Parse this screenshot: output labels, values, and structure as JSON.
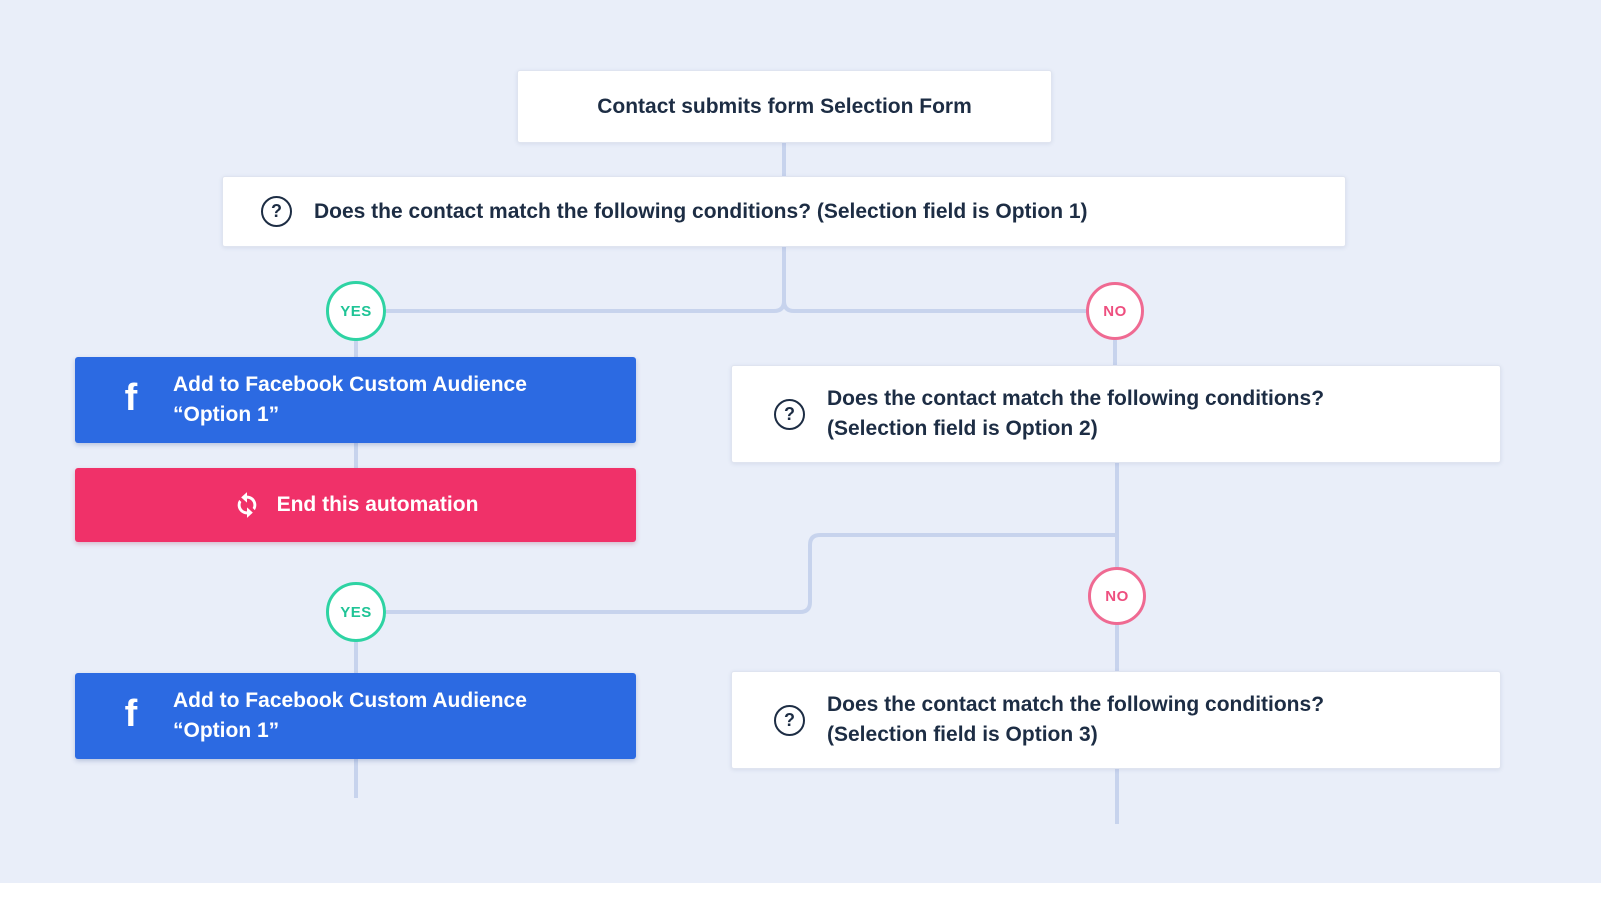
{
  "flow": {
    "trigger": {
      "label": "Contact submits form Selection Form"
    },
    "conditions": [
      {
        "lines": [
          "Does the contact match the following conditions? (Selection field is Option 1)"
        ]
      },
      {
        "lines": [
          "Does the contact match the following conditions?",
          "(Selection field is Option 2)"
        ]
      },
      {
        "lines": [
          "Does the contact match the following conditions?",
          "(Selection field is Option 3)"
        ]
      }
    ],
    "actions": [
      {
        "type": "facebook",
        "lines": [
          "Add to Facebook Custom Audience",
          "“Option 1”"
        ]
      },
      {
        "type": "end",
        "label": "End this automation"
      },
      {
        "type": "facebook",
        "lines": [
          "Add to Facebook Custom Audience",
          "“Option 1”"
        ]
      }
    ],
    "branch_labels": {
      "yes": "YES",
      "no": "NO"
    },
    "icons": {
      "question": "?",
      "facebook": "f"
    }
  },
  "colors": {
    "background": "#e9eef9",
    "connector": "#c7d3ed",
    "facebook_blue": "#2c6ae2",
    "end_pink": "#f03169",
    "yes_green": "#2ed3a3",
    "no_pink": "#ef6a92",
    "text_dark": "#1d2d44"
  }
}
